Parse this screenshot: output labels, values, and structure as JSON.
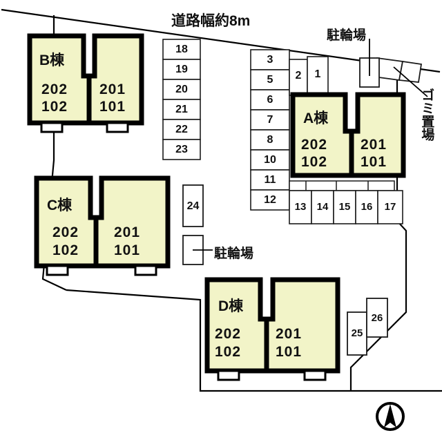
{
  "plan": {
    "road_label": "道路幅約8m",
    "bicycle_parking_top_label": "駐輪場",
    "bicycle_parking_mid_label": "駐輪場",
    "garbage_label": "ゴミ置場",
    "compass": "north-arrow"
  },
  "colors": {
    "building_fill": "#f2f4c8",
    "building_outline": "#000000",
    "stall_outline": "#1a1a1a",
    "boundary": "#000000",
    "background": "#ffffff",
    "text": "#111111"
  },
  "buildings": [
    {
      "id": "A",
      "name": "A棟",
      "units": [
        "202",
        "102",
        "201",
        "101"
      ],
      "left_upper": "202",
      "left_lower": "102",
      "right_upper": "201",
      "right_lower": "101"
    },
    {
      "id": "B",
      "name": "B棟",
      "units": [
        "202",
        "102",
        "201",
        "101"
      ],
      "left_upper": "202",
      "left_lower": "102",
      "right_upper": "201",
      "right_lower": "101"
    },
    {
      "id": "C",
      "name": "C棟",
      "units": [
        "202",
        "102",
        "201",
        "101"
      ],
      "left_upper": "202",
      "left_lower": "102",
      "right_upper": "201",
      "right_lower": "101"
    },
    {
      "id": "D",
      "name": "D棟",
      "units": [
        "202",
        "102",
        "201",
        "101"
      ],
      "left_upper": "202",
      "left_lower": "102",
      "right_upper": "201",
      "right_lower": "101"
    }
  ],
  "parking": {
    "column_b": [
      "18",
      "19",
      "20",
      "21",
      "22",
      "23"
    ],
    "column_a_left": [
      "3",
      "5",
      "6",
      "7",
      "8",
      "10",
      "11",
      "12"
    ],
    "top_pair": [
      "2",
      "1"
    ],
    "row_a_bottom": [
      "13",
      "14",
      "15",
      "16",
      "17"
    ],
    "single_24": "24",
    "pair_d": [
      "25",
      "26"
    ]
  }
}
